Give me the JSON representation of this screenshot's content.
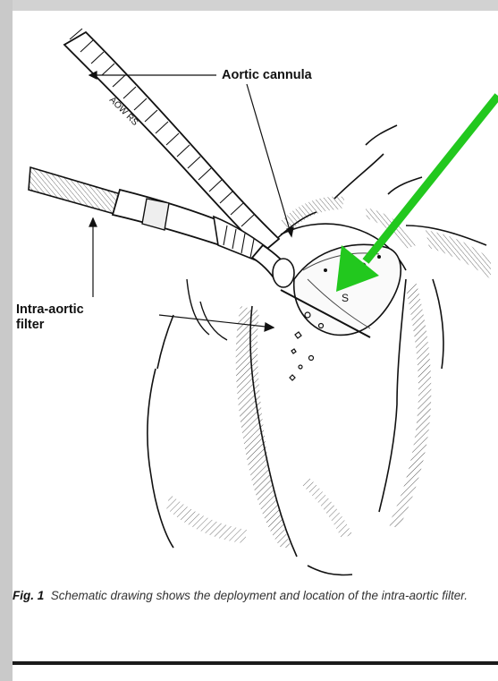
{
  "labels": {
    "aortic_cannula": "Aortic cannula",
    "intra_aortic_filter_line1": "Intra-aortic",
    "intra_aortic_filter_line2": "filter"
  },
  "cannula_imprint": "AOW RS",
  "caption": {
    "fig_label": "Fig. 1",
    "text": "  Schematic drawing shows the deployment and location of the intra-aortic filter."
  },
  "colors": {
    "arrow": "#22c81e",
    "line_art": "#111111",
    "frame": "#c9c9c9"
  },
  "icons": {
    "pointer": "green-arrow-icon"
  }
}
